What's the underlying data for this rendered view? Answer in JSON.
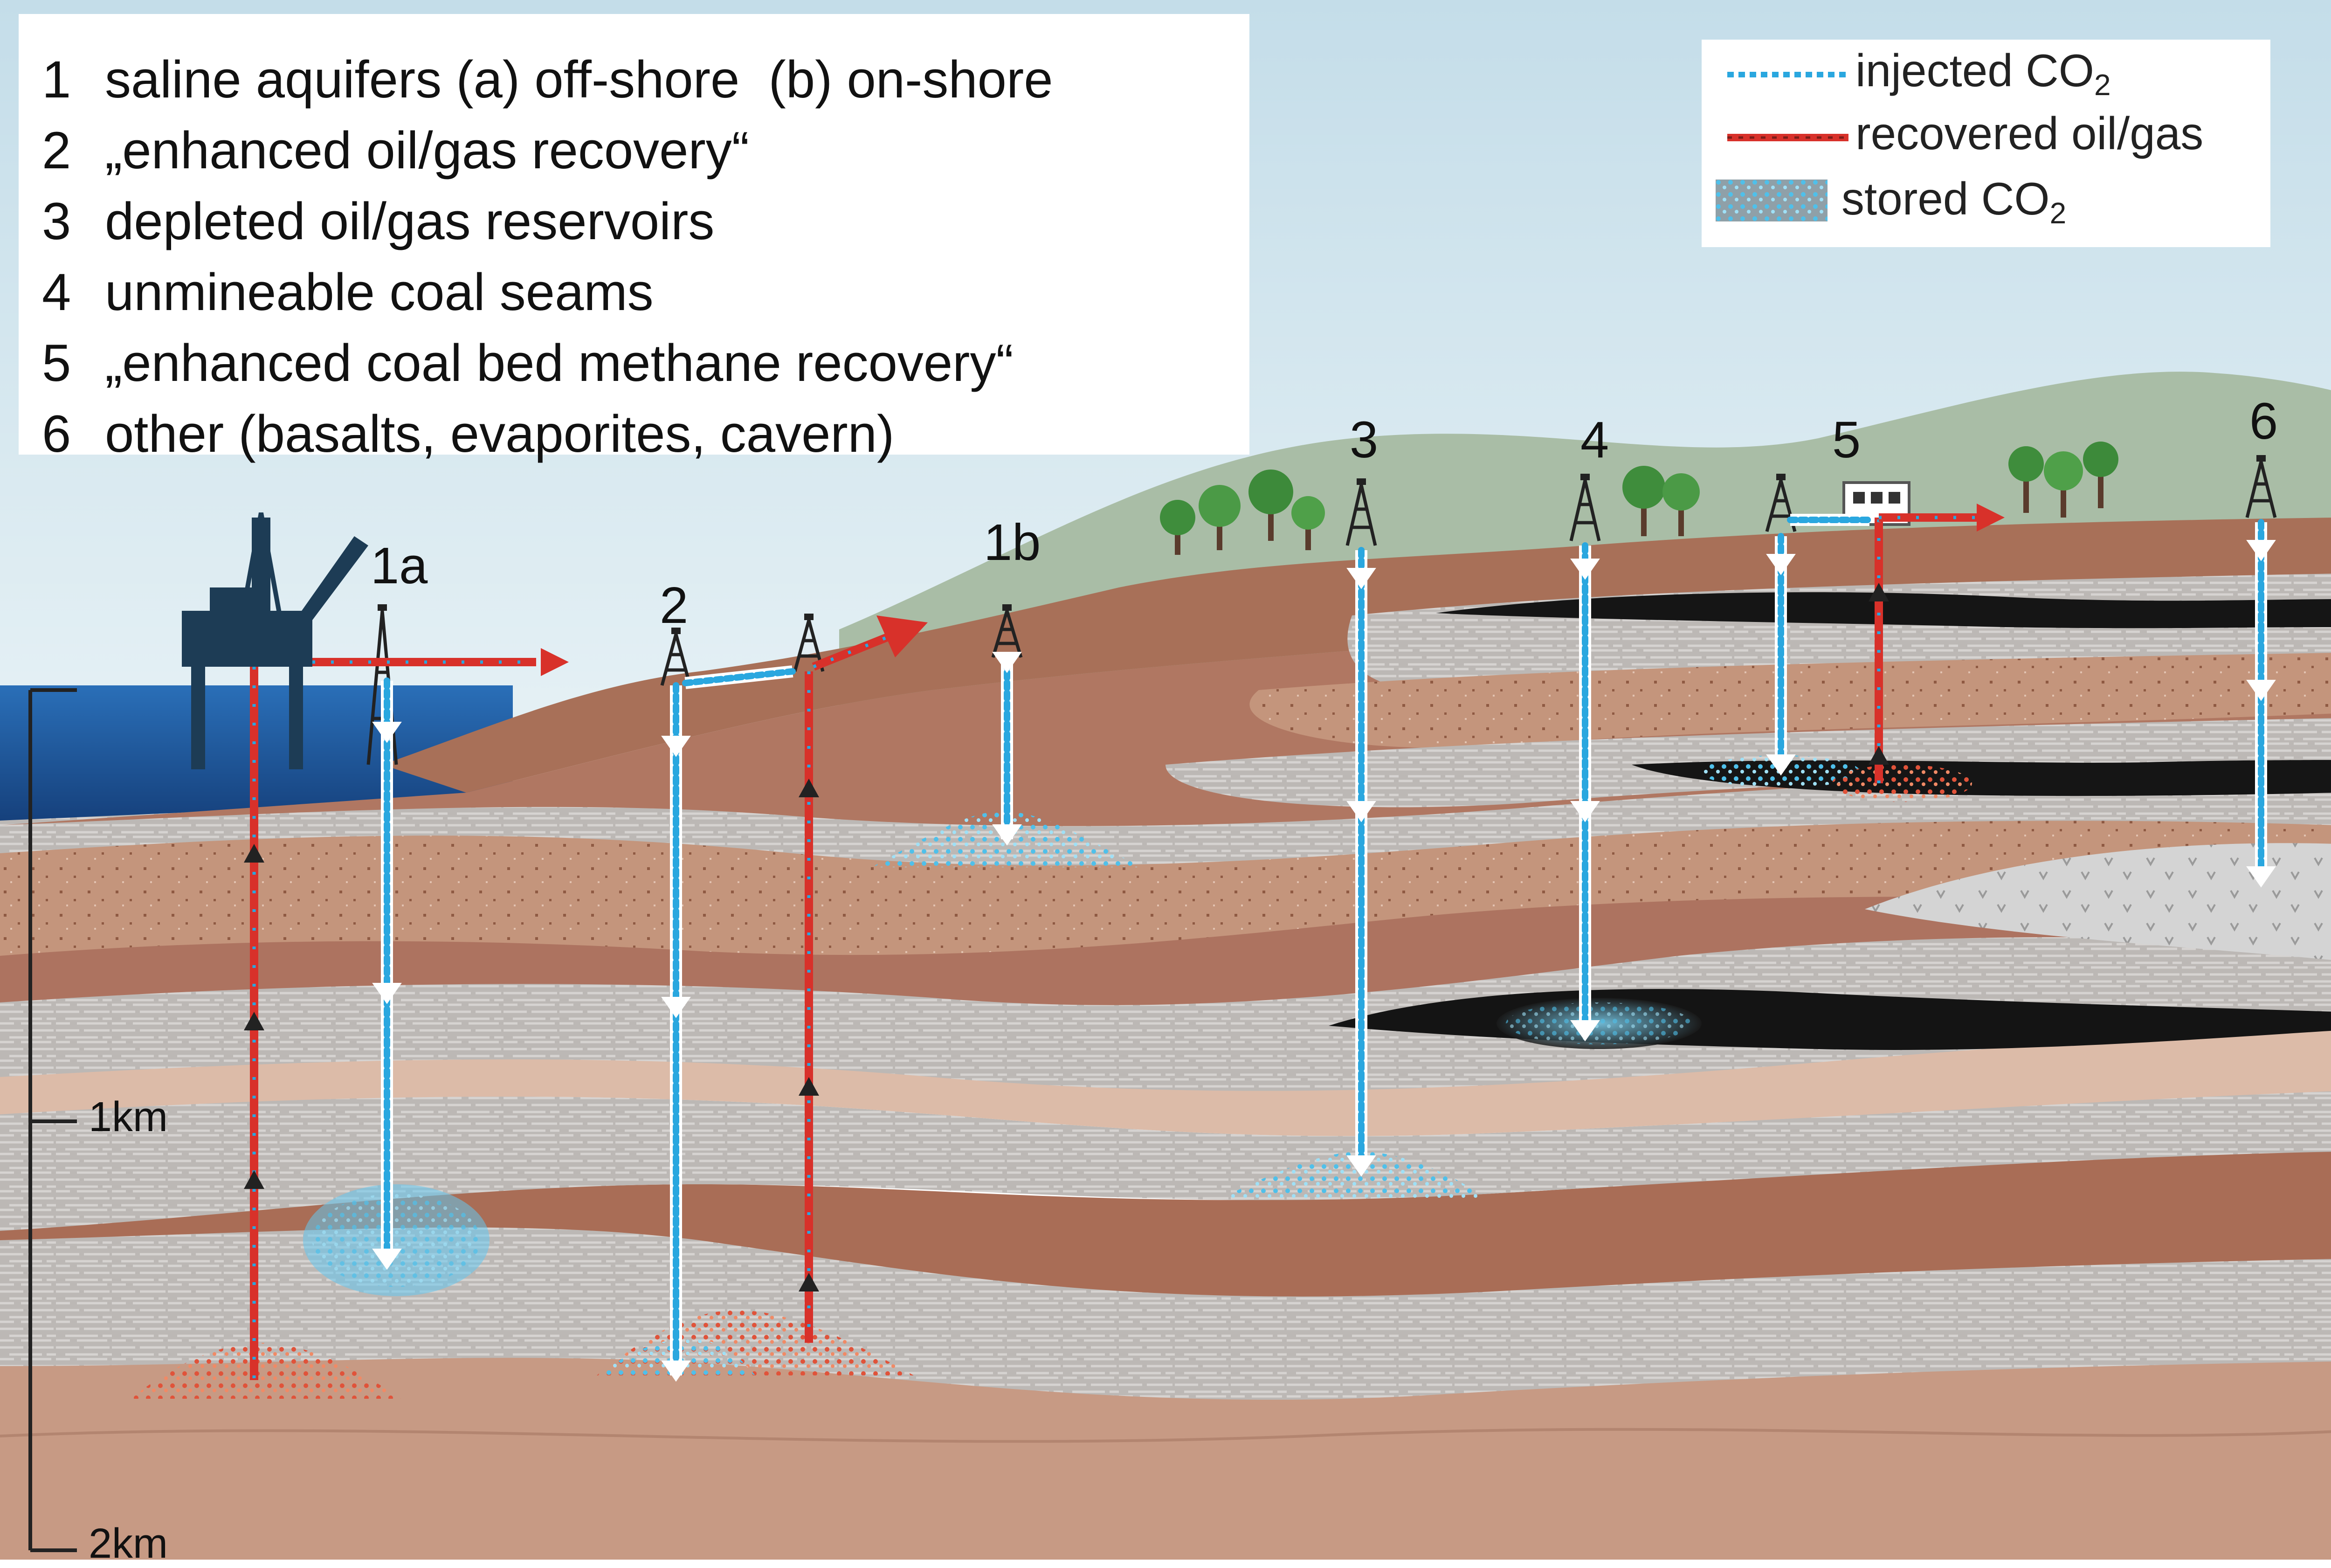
{
  "legend": {
    "items": [
      {
        "number": "1",
        "text": "saline aquifers (a) off-shore  (b) on-shore"
      },
      {
        "number": "2",
        "text": "„enhanced oil/gas recovery“"
      },
      {
        "number": "3",
        "text": "depleted oil/gas reservoirs"
      },
      {
        "number": "4",
        "text": "unmineable coal seams"
      },
      {
        "number": "5",
        "text": "„enhanced coal bed methane recovery“"
      },
      {
        "number": "6",
        "text": "other (basalts, evaporites, cavern)"
      }
    ]
  },
  "key": {
    "injected": {
      "text": "injected CO",
      "sub": "2",
      "color": "#2aa7df"
    },
    "recovered": {
      "text": "recovered oil/gas",
      "color": "#d8312a"
    },
    "stored": {
      "text": "stored CO",
      "sub": "2",
      "color": "#5fc3e8"
    }
  },
  "sites": [
    "1a",
    "2",
    "1b",
    "3",
    "4",
    "5",
    "6"
  ],
  "depth_scale": {
    "km1": "1km",
    "km2": "2km"
  },
  "colors": {
    "sky": "#d9ebf3",
    "sea": "#1f5fa8",
    "hill": "#a8bca4",
    "brown": "#a9705a",
    "light_brown": "#d2aa92",
    "grey_layer": "#bdbab8",
    "coal": "#1a1a1a",
    "injected": "#2aa7df",
    "recovered": "#d8312a"
  }
}
